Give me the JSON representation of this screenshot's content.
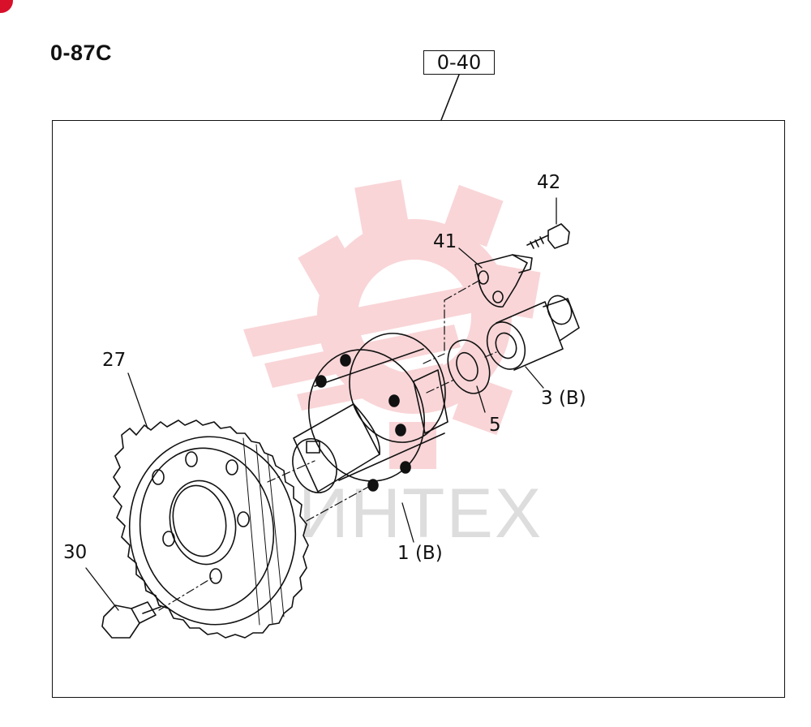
{
  "page_code": "0-87C",
  "reference_box": "0-40",
  "parts": [
    {
      "id": "42",
      "label": "42"
    },
    {
      "id": "41",
      "label": "41"
    },
    {
      "id": "3",
      "label": "3 (B)"
    },
    {
      "id": "5",
      "label": "5"
    },
    {
      "id": "1",
      "label": "1 (B)"
    },
    {
      "id": "27",
      "label": "27"
    },
    {
      "id": "30",
      "label": "30"
    }
  ],
  "watermark": {
    "text": "ИНТЕХ",
    "icon": "gear-logo-icon",
    "color": "#e8444f"
  },
  "colors": {
    "line": "#111111",
    "corner_mark": "#d8102a"
  }
}
